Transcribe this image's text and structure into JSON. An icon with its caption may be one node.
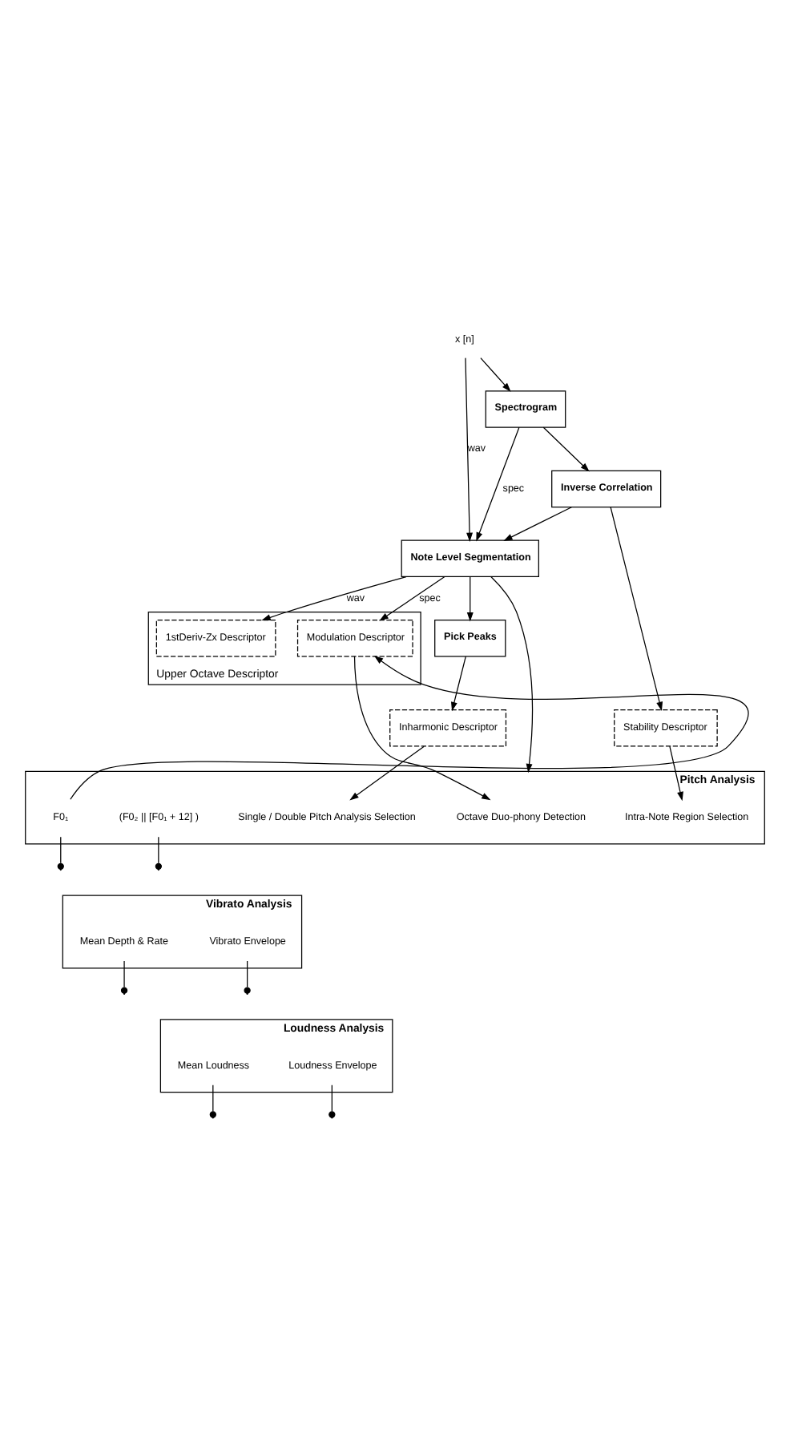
{
  "diagram": {
    "nodes": [
      {
        "text": [
          "x [n]"
        ]
      },
      {
        "text": [
          "Spectrogram"
        ]
      },
      {
        "text": [
          "Inverse Correlation"
        ]
      },
      {
        "text": [
          "Note Level Segmentation"
        ]
      },
      {
        "text": [
          "Upper Octave Descriptor"
        ]
      },
      {
        "text": [
          "1stDeriv-Zx Descriptor"
        ],
        "in": 4
      },
      {
        "text": [
          "Modulation Descriptor"
        ],
        "in": 4
      },
      {
        "text": [
          "Stability Descriptor"
        ]
      },
      {
        "text": [
          "Pick Peaks"
        ]
      },
      {
        "text": [
          "Inharmonic Descriptor"
        ]
      },
      {
        "text": [
          "Pitch Analysis"
        ]
      },
      {
        "text": [
          "Octave Duo-phony Detection"
        ],
        "in": 10
      },
      {
        "text": [
          "Single / Double Pitch Analysis Selection"
        ],
        "in": 10
      },
      {
        "text": [
          "Intra-Note Region Selection"
        ],
        "in": 10
      },
      {
        "text": [
          "F0₁"
        ],
        "in": 10
      },
      {
        "text": [
          "(F0₂ || [F0₁ + 12] )"
        ],
        "in": 10
      },
      {
        "text": [
          "Vibrato Analysis"
        ]
      },
      {
        "text": [
          "Mean Depth & Rate"
        ],
        "in": 16
      },
      {
        "text": [
          "Vibrato Envelope"
        ],
        "in": 16
      },
      {
        "text": [
          "Loudness Analysis"
        ]
      },
      {
        "text": [
          "Mean Loudness"
        ],
        "in": 19
      },
      {
        "text": [
          "Loudness Envelope"
        ],
        "in": 19
      }
    ],
    "edges": [
      {
        "from": 0,
        "to": 1,
        "arrow": "to"
      },
      {
        "from": 0,
        "to": 3,
        "arrow": "to",
        "label": "wav"
      },
      {
        "from": 1,
        "to": 2,
        "arrow": "to"
      },
      {
        "from": 1,
        "to": 3,
        "arrow": "to",
        "label": "spec"
      },
      {
        "from": 2,
        "to": 3,
        "arrow": "to"
      },
      {
        "from": 2,
        "to": 7,
        "arrow": "to"
      },
      {
        "from": 3,
        "to": 5,
        "arrow": "to",
        "label": "wav"
      },
      {
        "from": 3,
        "to": 6,
        "arrow": "to",
        "label": "spec"
      },
      {
        "from": 3,
        "to": 8,
        "arrow": "to"
      },
      {
        "from": 3,
        "to": 10,
        "arrow": "to"
      },
      {
        "from": 6,
        "to": 11,
        "arrow": "to"
      },
      {
        "from": 8,
        "to": 9,
        "arrow": "to"
      },
      {
        "from": 9,
        "to": 12,
        "arrow": "to"
      },
      {
        "from": 7,
        "to": 13,
        "arrow": "to"
      },
      {
        "from": 14,
        "to": 6,
        "arrow": "to"
      },
      {
        "from": 14,
        "to": null,
        "arrow": "other"
      },
      {
        "from": 15,
        "to": null,
        "arrow": "other"
      },
      {
        "from": 17,
        "to": null,
        "arrow": "other"
      },
      {
        "from": 18,
        "to": null,
        "arrow": "other"
      },
      {
        "from": 20,
        "to": null,
        "arrow": "other"
      },
      {
        "from": 21,
        "to": null,
        "arrow": "other"
      }
    ]
  }
}
